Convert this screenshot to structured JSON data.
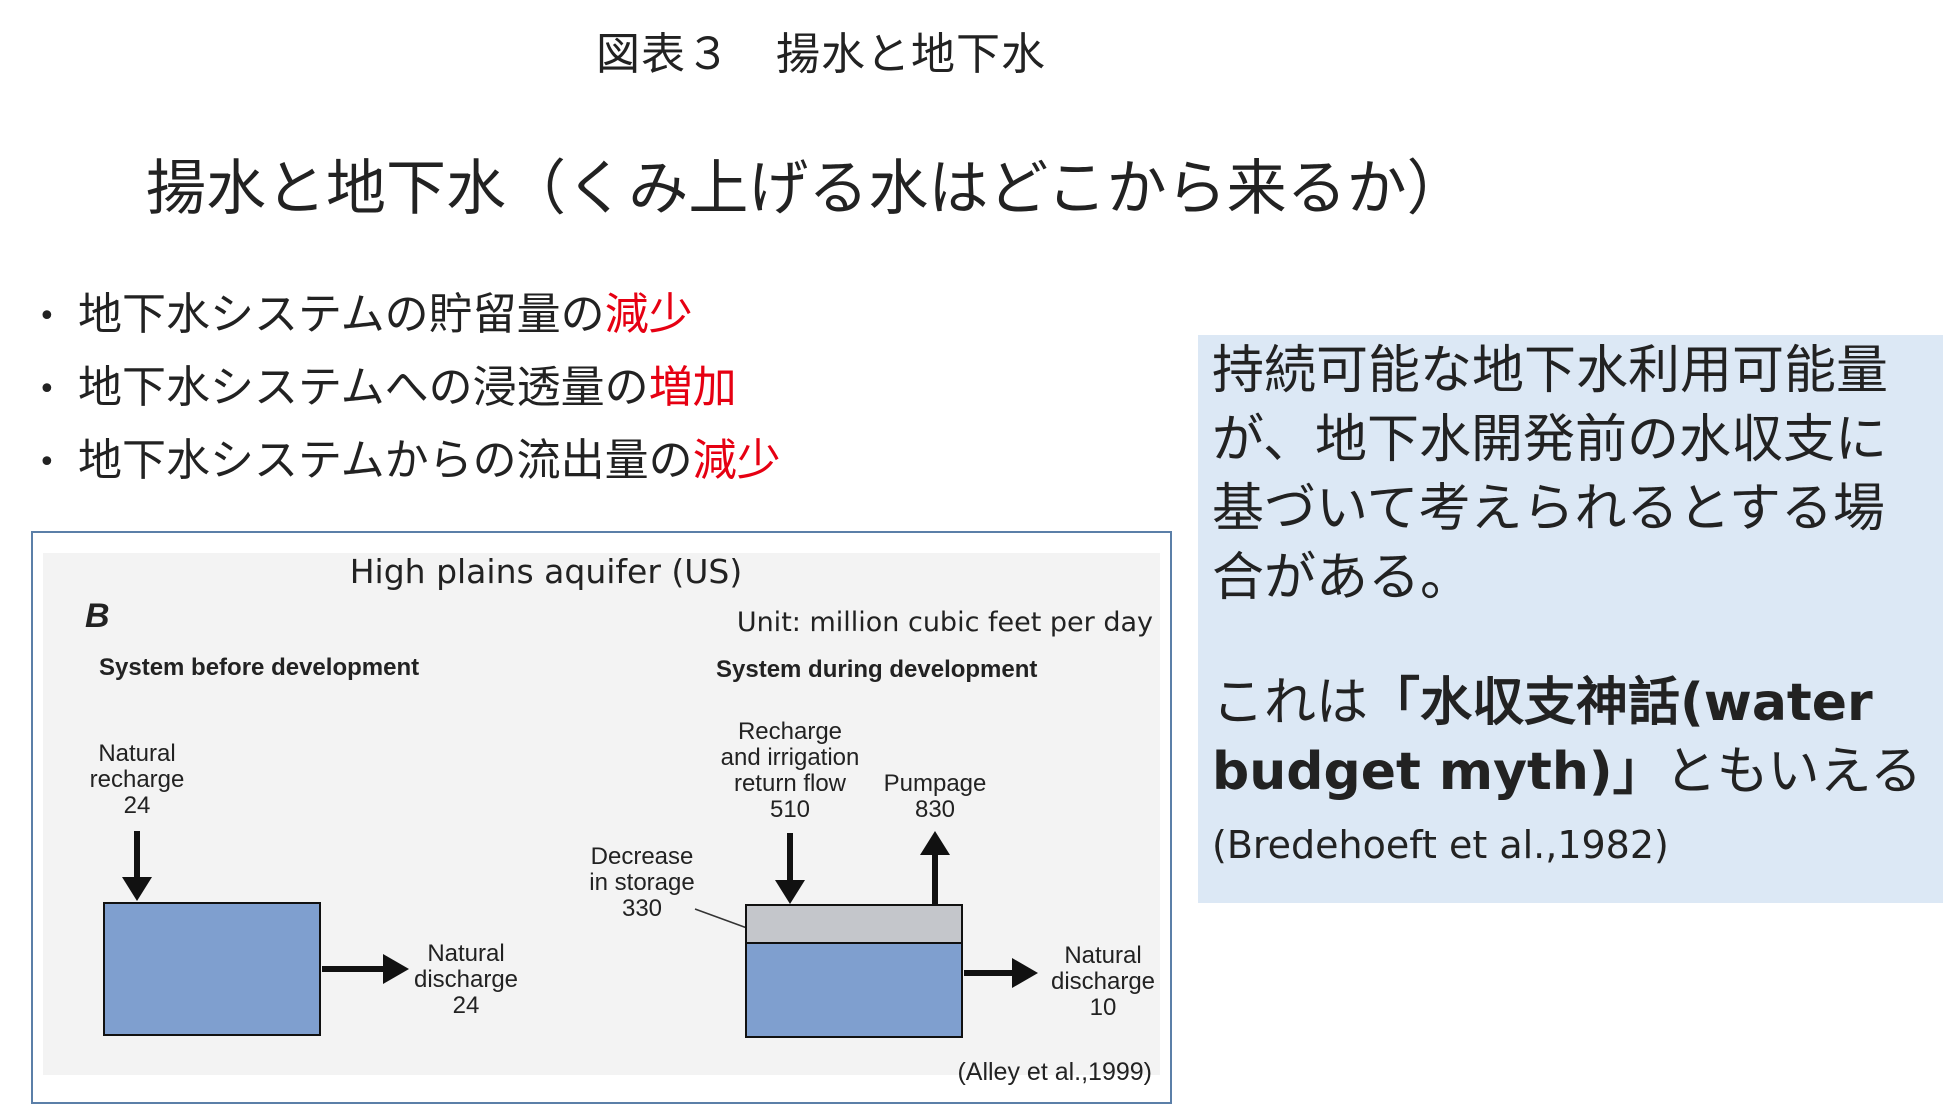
{
  "figure_caption": "図表３　揚水と地下水",
  "slide_title": "揚水と地下水（くみ上げる水はどこから来るか）",
  "bullets": [
    {
      "prefix": "地下水システムの貯留量の",
      "highlight": "減少"
    },
    {
      "prefix": "地下水システムへの浸透量の",
      "highlight": "増加"
    },
    {
      "prefix": "地下水システムからの流出量の",
      "highlight": "減少"
    }
  ],
  "callout": {
    "paragraph1": "持続可能な地下水利用可能量が、地下水開発前の水収支に基づいて考えられるとする場合がある。",
    "p2_pre": "これは",
    "p2_bold": "「水収支神話(water budget myth)」",
    "p2_post": "ともいえる",
    "p2_cite": "(Bredehoeft et al.,1982)"
  },
  "diagram": {
    "title": "High plains aquifer (US)",
    "panel_letter": "B",
    "unit": "Unit: million cubic feet per day",
    "before": {
      "heading": "System before development",
      "recharge_lines": [
        "Natural",
        "recharge",
        "24"
      ],
      "discharge_lines": [
        "Natural",
        "discharge",
        "24"
      ]
    },
    "during": {
      "heading": "System during development",
      "recharge_lines": [
        "Recharge",
        "and irrigation",
        "return flow",
        "510"
      ],
      "pumpage_lines": [
        "Pumpage",
        "830"
      ],
      "storage_lines": [
        "Decrease",
        "in storage",
        "330"
      ],
      "discharge_lines": [
        "Natural",
        "discharge",
        "10"
      ]
    },
    "source": "(Alley et al.,1999)",
    "colors": {
      "water": "#7f9fcf",
      "storage": "#c4c6cb",
      "frame": "#5b7fa8"
    }
  }
}
